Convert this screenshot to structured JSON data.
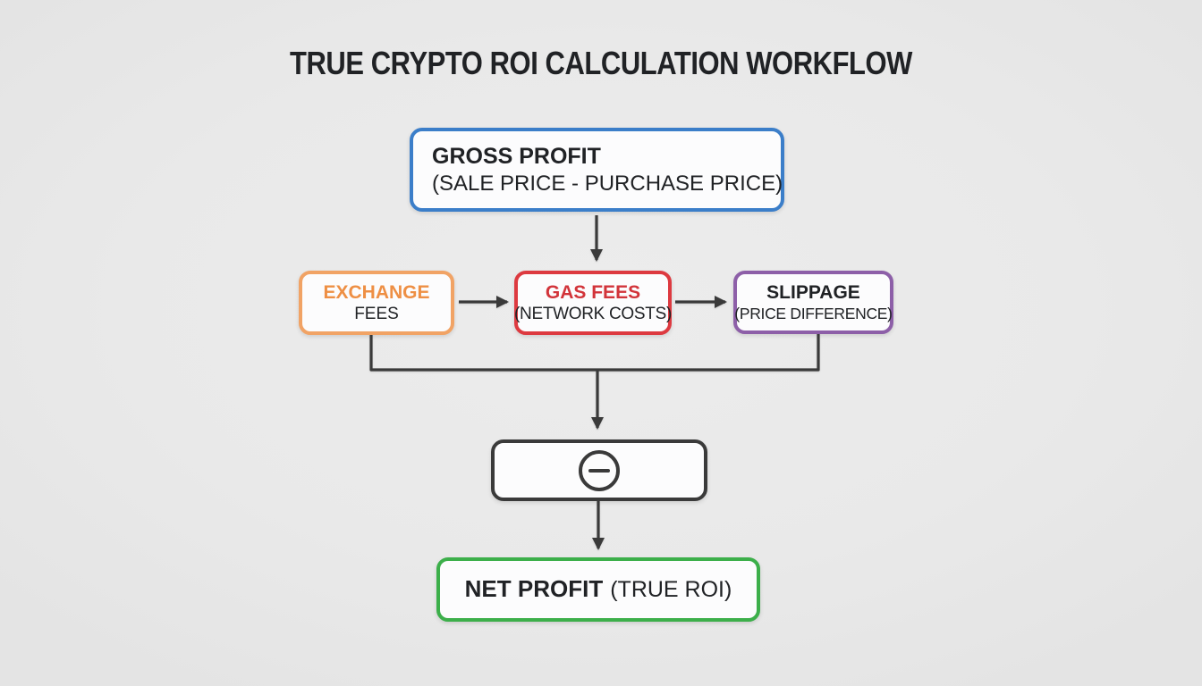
{
  "title": "TRUE CRYPTO ROI CALCULATION WORKFLOW",
  "colors": {
    "background": "#e9e9e9",
    "box_bg": "#fcfcfd",
    "text_dark": "#202225",
    "line": "#3a3a3a",
    "blue": "#3b7ec9",
    "orange_border": "#f1a365",
    "orange_text": "#ee8f44",
    "red_border": "#dd3a40",
    "red_text": "#d2343a",
    "purple": "#8d5fa8",
    "green": "#3caf4a"
  },
  "nodes": {
    "gross_profit": {
      "title": "GROSS PROFIT",
      "subtitle": "(SALE PRICE - PURCHASE PRICE)"
    },
    "exchange_fees": {
      "title": "EXCHANGE",
      "subtitle": "FEES"
    },
    "gas_fees": {
      "title": "GAS FEES",
      "subtitle": "(NETWORK COSTS)"
    },
    "slippage": {
      "title": "SLIPPAGE",
      "subtitle": "(PRICE DIFFERENCE)"
    },
    "subtract": {
      "icon": "minus-circle-icon"
    },
    "net_profit": {
      "title": "NET PROFIT",
      "subtitle": "(TRUE ROI)"
    }
  }
}
